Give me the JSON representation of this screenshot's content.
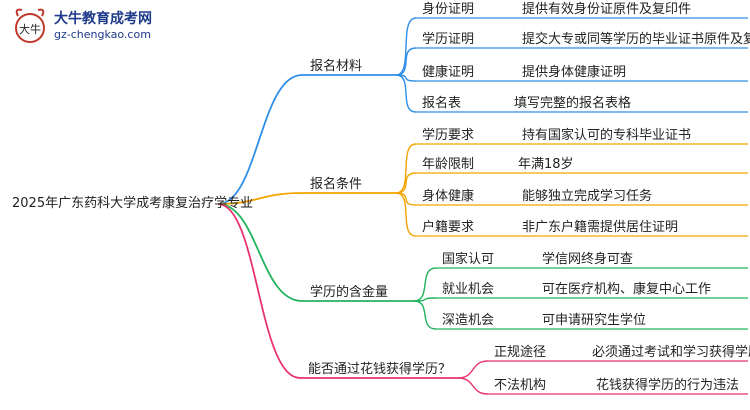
{
  "logo": {
    "title": "大牛教育成考网",
    "url": "gz-chengkao.com",
    "mark": "大牛"
  },
  "colors": {
    "blue": "#2f8fe8",
    "orange": "#f5a300",
    "green": "#22b35e",
    "pink": "#e8336e"
  },
  "root": "2025年广东药科大学成考康复治疗学专业",
  "branches": [
    {
      "label": "报名材料",
      "items": [
        {
          "key": "身份证明",
          "value": "提供有效身份证原件及复印件"
        },
        {
          "key": "学历证明",
          "value": "提交大专或同等学历的毕业证书原件及复印件"
        },
        {
          "key": "健康证明",
          "value": "提供身体健康证明"
        },
        {
          "key": "报名表",
          "value": "填写完整的报名表格"
        }
      ]
    },
    {
      "label": "报名条件",
      "items": [
        {
          "key": "学历要求",
          "value": "持有国家认可的专科毕业证书"
        },
        {
          "key": "年龄限制",
          "value": "年满18岁"
        },
        {
          "key": "身体健康",
          "value": "能够独立完成学习任务"
        },
        {
          "key": "户籍要求",
          "value": "非广东户籍需提供居住证明"
        }
      ]
    },
    {
      "label": "学历的含金量",
      "items": [
        {
          "key": "国家认可",
          "value": "学信网终身可查"
        },
        {
          "key": "就业机会",
          "value": "可在医疗机构、康复中心工作"
        },
        {
          "key": "深造机会",
          "value": "可申请研究生学位"
        }
      ]
    },
    {
      "label": "能否通过花钱获得学历？",
      "items": [
        {
          "key": "正规途径",
          "value": "必须通过考试和学习获得学历"
        },
        {
          "key": "不法机构",
          "value": "花钱获得学历的行为违法"
        }
      ]
    }
  ]
}
